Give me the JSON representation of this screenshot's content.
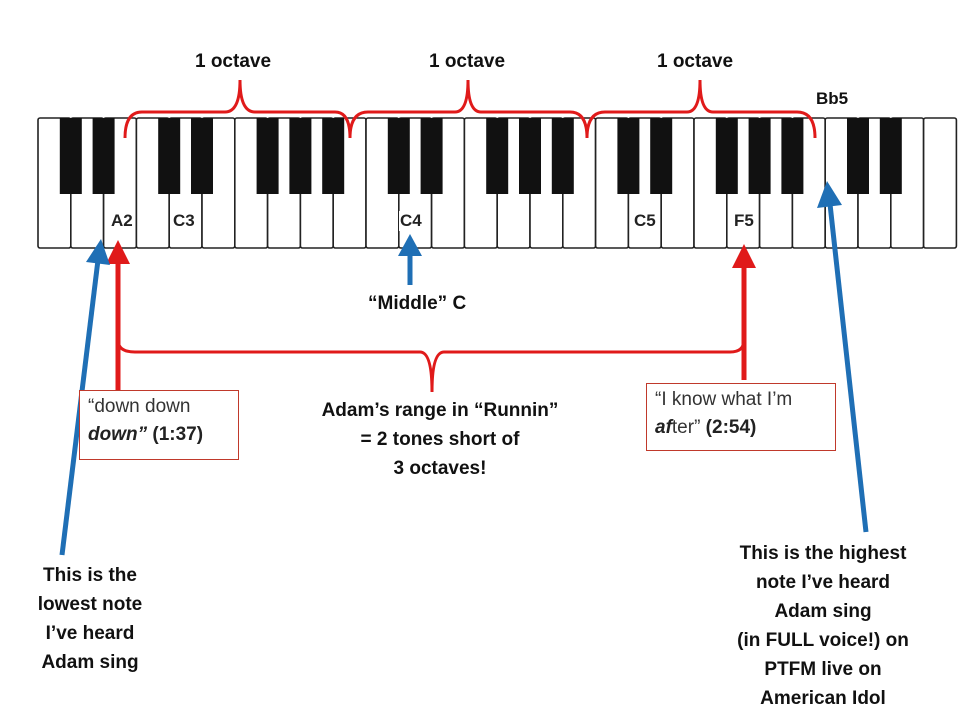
{
  "octave_labels": [
    "1 octave",
    "1 octave",
    "1 octave"
  ],
  "key_labels": {
    "a2": "A2",
    "c3": "C3",
    "c4": "C4",
    "c5": "C5",
    "f5": "F5",
    "bb5": "Bb5"
  },
  "middle_c": "“Middle” C",
  "low_quote": {
    "line1": "“down down",
    "line2_bi": "down”",
    "line2_time": " (1:37)"
  },
  "high_quote": {
    "line1": "“I know what I’m",
    "line2_bi": "af",
    "line2_plain": "ter”",
    "line2_time": " (2:54)"
  },
  "range_text": [
    "Adam’s range in “Runnin”",
    "= 2 tones short of",
    "3 octaves!"
  ],
  "lowest_note_text": [
    "This is the",
    "lowest note",
    "I’ve heard",
    "Adam sing"
  ],
  "highest_note_text": [
    "This is the highest",
    "note I’ve heard",
    "Adam sing",
    "(in FULL voice!) on",
    "PTFM live on",
    "American Idol"
  ],
  "colors": {
    "red": "#e01a1a",
    "blue": "#1f6fb5",
    "key_black": "#111111",
    "key_white": "#ffffff"
  }
}
